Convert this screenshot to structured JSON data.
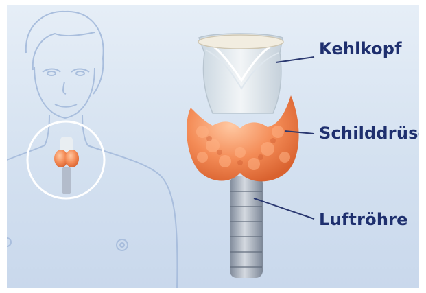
{
  "labels": {
    "larynx": "Kehlkopf",
    "thyroid": "Schilddrüse",
    "trachea": "Luftröhre"
  },
  "colors": {
    "background": "#d4e1f0",
    "label_text": "#1e2f6e",
    "outline": "#9bb4d6",
    "thyroid": "#f08a55",
    "trachea": "#9aa6b6"
  }
}
